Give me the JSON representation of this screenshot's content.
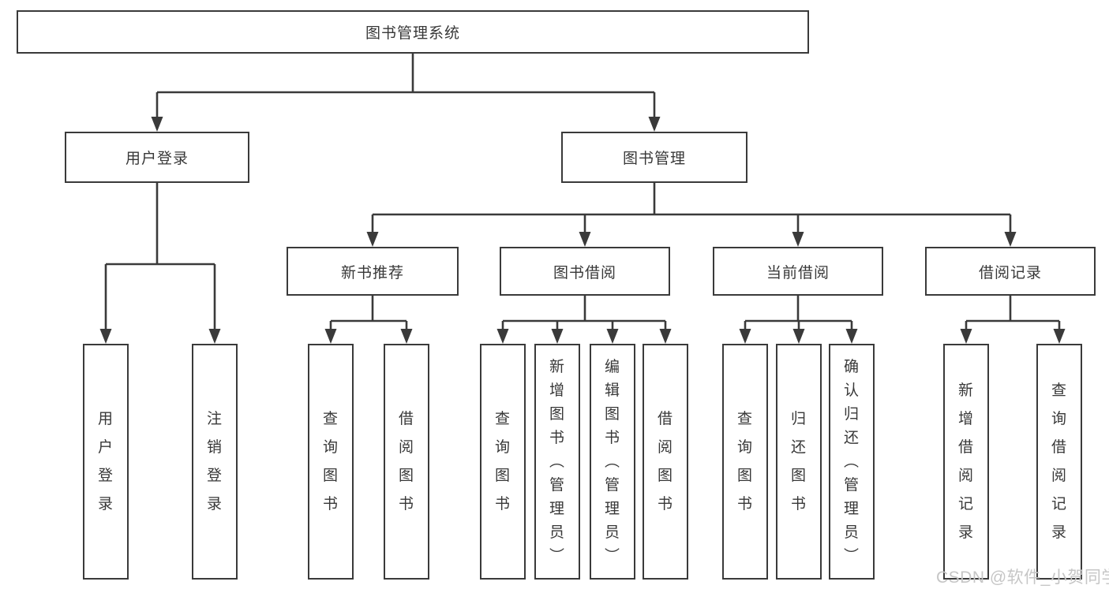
{
  "diagram": {
    "root": {
      "label": "图书管理系统"
    },
    "level2": {
      "user_login": {
        "label": "用户登录"
      },
      "book_management": {
        "label": "图书管理"
      }
    },
    "level3": {
      "new_book_recommend": {
        "label": "新书推荐"
      },
      "book_borrow": {
        "label": "图书借阅"
      },
      "current_borrow": {
        "label": "当前借阅"
      },
      "borrow_record": {
        "label": "借阅记录"
      }
    },
    "leaves": {
      "user_login": [
        "用户登录",
        "注销登录"
      ],
      "new_book_recommend": [
        "查询图书",
        "借阅图书"
      ],
      "book_borrow": [
        "查询图书",
        "新增图书（管理员）",
        "编辑图书（管理员）",
        "借阅图书"
      ],
      "current_borrow": [
        "查询图书",
        "归还图书",
        "确认归还（管理员）"
      ],
      "borrow_record": [
        "新增借阅记录",
        "查询借阅记录"
      ]
    },
    "watermark": "CSDN @软件_小贺同学",
    "colors": {
      "line": "#3a3a3a",
      "text": "#383838",
      "watermark": "#c6c6c6",
      "background": "#ffffff"
    }
  }
}
